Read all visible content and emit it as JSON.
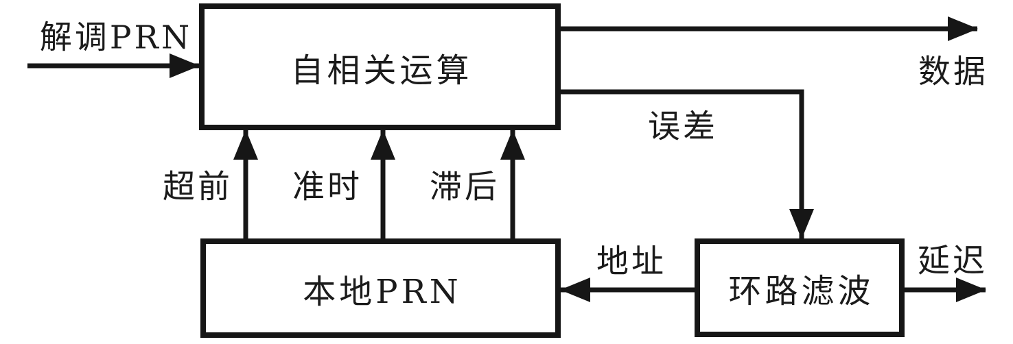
{
  "diagram": {
    "type": "block-diagram",
    "background": "#ffffff",
    "ink": "#161616",
    "blocks": {
      "autocorrelation": {
        "label": "自相关运算"
      },
      "local_prn": {
        "label": "本地PRN"
      },
      "loop_filter": {
        "label": "环路滤波"
      }
    },
    "edge_labels": {
      "input": "解调PRN",
      "data": "数据",
      "error": "误差",
      "early": "超前",
      "prompt": "准时",
      "late": "滞后",
      "address": "地址",
      "delay": "延迟"
    },
    "connections": [
      {
        "from": "input",
        "to": "autocorrelation",
        "label": "解调PRN"
      },
      {
        "from": "autocorrelation",
        "to": "output",
        "label": "数据"
      },
      {
        "from": "autocorrelation",
        "to": "loop_filter",
        "label": "误差"
      },
      {
        "from": "local_prn",
        "to": "autocorrelation",
        "label": "超前"
      },
      {
        "from": "local_prn",
        "to": "autocorrelation",
        "label": "准时"
      },
      {
        "from": "local_prn",
        "to": "autocorrelation",
        "label": "滞后"
      },
      {
        "from": "loop_filter",
        "to": "local_prn",
        "label": "地址"
      },
      {
        "from": "loop_filter",
        "to": "output",
        "label": "延迟"
      }
    ]
  }
}
